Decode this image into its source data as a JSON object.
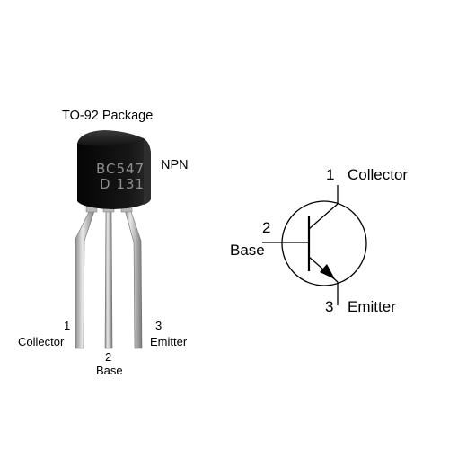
{
  "package_diagram": {
    "package_title": "TO-92 Package",
    "type_label": "NPN",
    "marking_line1": "BC547",
    "marking_line2": "D 131",
    "pins": [
      {
        "number": "1",
        "name": "Collector"
      },
      {
        "number": "2",
        "name": "Base"
      },
      {
        "number": "3",
        "name": "Emitter"
      }
    ]
  },
  "schematic": {
    "collector": {
      "number": "1",
      "name": "Collector"
    },
    "base": {
      "number": "2",
      "name": "Base"
    },
    "emitter": {
      "number": "3",
      "name": "Emitter"
    }
  },
  "colors": {
    "body": "#111111",
    "lead": "#c9c9c9",
    "symbol": "#000000"
  }
}
